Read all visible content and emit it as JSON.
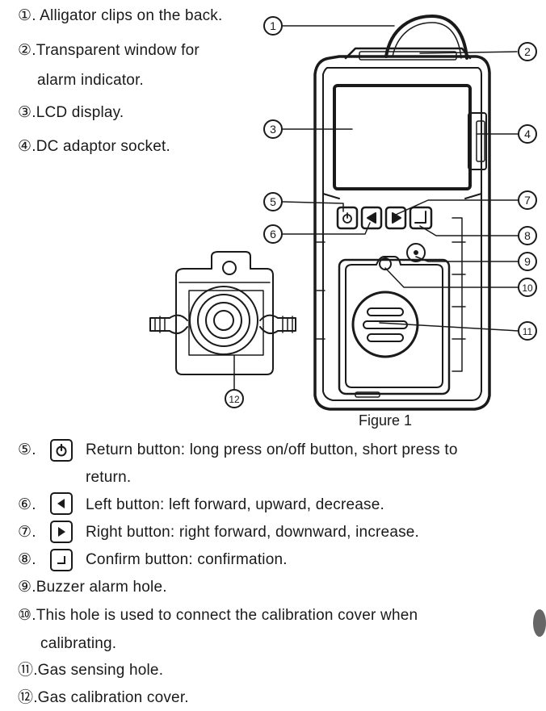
{
  "top_list": [
    {
      "num": "①",
      "text": ". Alligator clips on the back."
    },
    {
      "num": "②",
      "text": ".Transparent window for"
    },
    {
      "num": "",
      "text": "alarm indicator."
    },
    {
      "num": "③",
      "text": ".LCD display."
    },
    {
      "num": "④",
      "text": ".DC adaptor socket."
    }
  ],
  "callouts": [
    "1",
    "2",
    "3",
    "4",
    "5",
    "6",
    "7",
    "8",
    "9",
    "10",
    "11",
    "12"
  ],
  "figure_caption": "Figure 1",
  "button_list": [
    {
      "num": "⑤.",
      "icon": "power-icon",
      "text": "Return button: long press on/off button, short press to",
      "cont": "return."
    },
    {
      "num": "⑥.",
      "icon": "left-arrow-icon",
      "text": "Left button: left forward, upward, decrease."
    },
    {
      "num": "⑦.",
      "icon": "right-arrow-icon",
      "text": "Right button: right forward, downward, increase."
    },
    {
      "num": "⑧.",
      "icon": "enter-icon",
      "text": "Confirm button: confirmation."
    }
  ],
  "bottom_list": [
    {
      "num": "⑨",
      "text": ".Buzzer alarm hole."
    },
    {
      "num": "⑩",
      "text": ".This hole is used to connect the calibration cover when"
    },
    {
      "num": "",
      "text": "calibrating."
    },
    {
      "num": "⑪",
      "text": ".Gas sensing hole."
    },
    {
      "num": "⑫",
      "text": ".Gas calibration cover."
    }
  ]
}
